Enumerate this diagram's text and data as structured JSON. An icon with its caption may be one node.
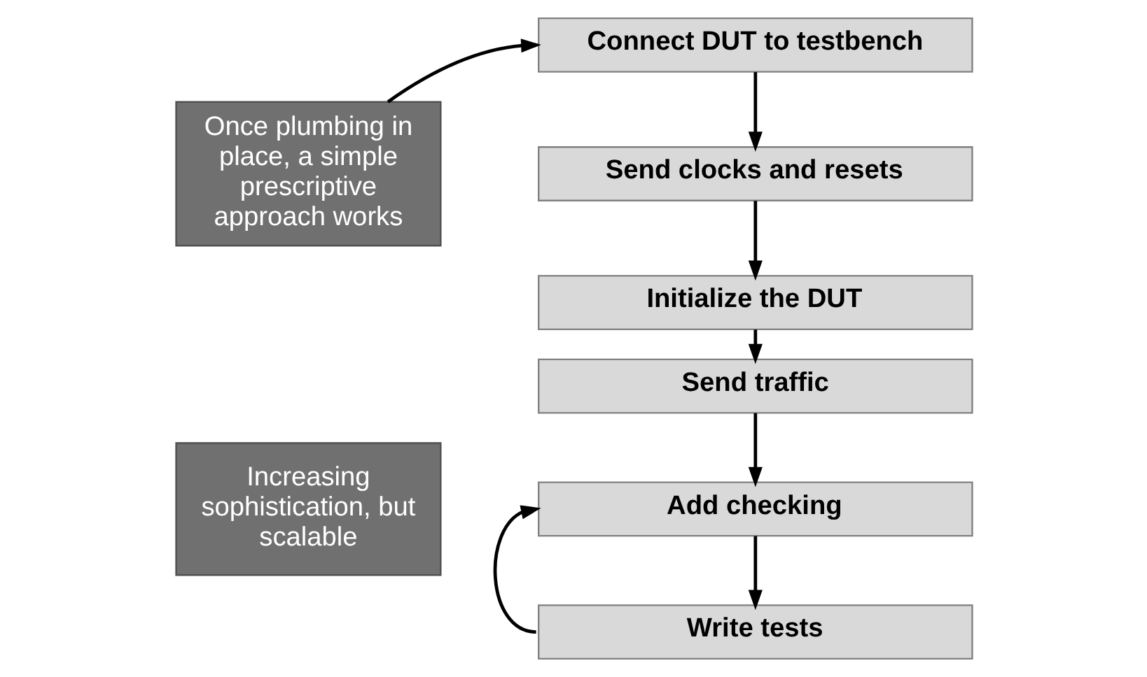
{
  "diagram": {
    "nodes": [
      {
        "text": [
          "Once plumbing in place, a simple prescriptive approach works"
        ]
      },
      {
        "text": [
          "Connect DUT to testbench"
        ]
      },
      {
        "text": [
          "Send clocks and resets"
        ]
      },
      {
        "text": [
          "Initialize the DUT"
        ]
      },
      {
        "text": [
          "Send traffic"
        ]
      },
      {
        "text": [
          "Increasing sophistication, but scalable"
        ]
      },
      {
        "text": [
          "Add checking"
        ]
      },
      {
        "text": [
          "Write tests"
        ]
      }
    ],
    "edges": [
      {
        "from": 0,
        "to": 1,
        "arrow": "to"
      },
      {
        "from": 1,
        "to": 2,
        "arrow": "to"
      },
      {
        "from": 2,
        "to": 3,
        "arrow": "to"
      },
      {
        "from": 3,
        "to": 4,
        "arrow": "to"
      },
      {
        "from": 4,
        "to": 6,
        "arrow": "to"
      },
      {
        "from": 6,
        "to": 7,
        "arrow": "to"
      },
      {
        "from": 7,
        "to": 6,
        "arrow": "to"
      }
    ]
  }
}
